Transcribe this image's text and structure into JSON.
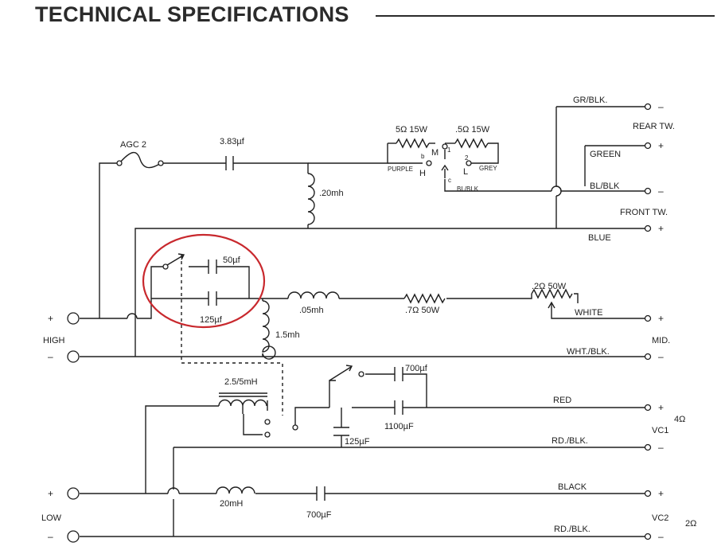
{
  "header": {
    "title": "TECHNICAL SPECIFICATIONS"
  },
  "colors": {
    "ink": "#1f1f1f",
    "highlight_circle": "#c8282d"
  },
  "labels": {
    "agc": "AGC 2",
    "c_383": "3.83µf",
    "l_20mh": ".20mh",
    "r_5ohm": "5Ω 15W",
    "r_05ohm": ".5Ω 15W",
    "purple": "PURPLE",
    "grey": "GREY",
    "bl_blk_small": "BL/BLK",
    "sw_m": "M",
    "sw_h": "H",
    "sw_l": "L",
    "sw_b": "b",
    "sw_1": "1",
    "sw_2": "2",
    "sw_c": "c",
    "gr_blk": "GR/BLK.",
    "rear_tw": "REAR TW.",
    "green": "GREEN",
    "bl_blk": "BL/BLK",
    "front_tw": "FRONT TW.",
    "blue": "BLUE",
    "c_50": "50µf",
    "c_125_top": "125µf",
    "l_05mh": ".05mh",
    "r_07": ".7Ω 50W",
    "r_02": ".2Ω 50W",
    "white": "WHITE",
    "l_15mh": "1.5mh",
    "high": "HIGH",
    "wht_blk": "WHT./BLK.",
    "mid": "MID.",
    "c_700_top": "700µf",
    "l_25_5": "2.5/5mH",
    "red": "RED",
    "c_1100": "1100µF",
    "c_125_low": "125µF",
    "four_ohm": "4Ω",
    "vc1": "VC1",
    "rd_blk_1": "RD./BLK.",
    "l_20mH": "20mH",
    "c_700_low": "700µF",
    "black": "BLACK",
    "low": "LOW",
    "vc2": "VC2",
    "two_ohm": "2Ω",
    "rd_blk_2": "RD./BLK.",
    "plus": "+",
    "minus": "–"
  }
}
